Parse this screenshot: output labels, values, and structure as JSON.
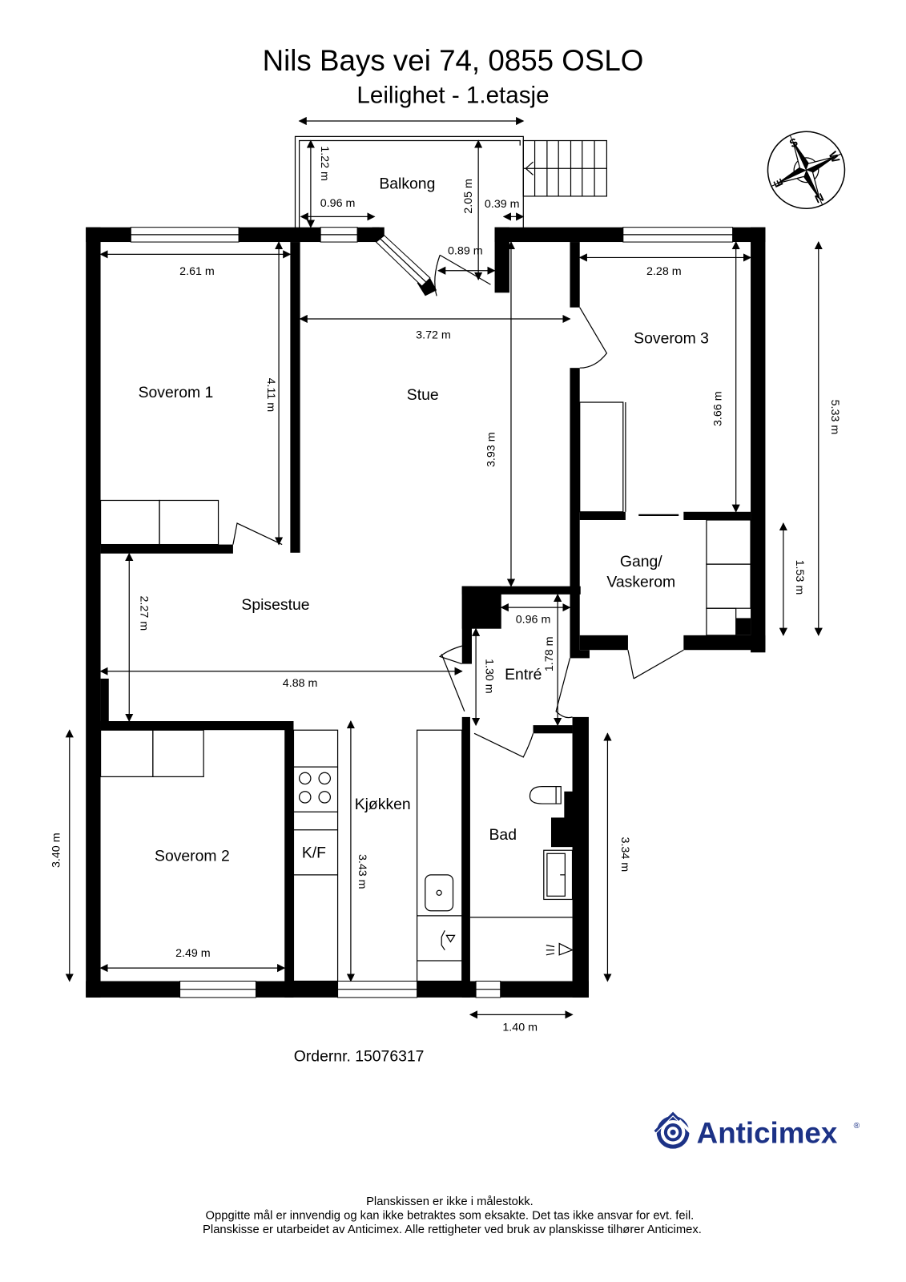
{
  "header": {
    "address": "Nils Bays vei 74, 0855 OSLO",
    "subtitle": "Leilighet  - 1.etasje"
  },
  "compass": {
    "icon": "compass-rose-icon",
    "labels": {
      "n": "N",
      "s": "S",
      "e": "E",
      "w": "W"
    }
  },
  "rooms": {
    "balkong": "Balkong",
    "soverom1": "Soverom 1",
    "stue": "Stue",
    "soverom3": "Soverom 3",
    "gang_line1": "Gang/",
    "gang_line2": "Vaskerom",
    "spisestue": "Spisestue",
    "entre": "Entré",
    "soverom2": "Soverom 2",
    "kjokken": "Kjøkken",
    "kf": "K/F",
    "bad": "Bad"
  },
  "dimensions": {
    "balkong_depth": "1.22 m",
    "balkong_left": "0.96 m",
    "balkong_height": "2.05 m",
    "balkong_right": "0.39 m",
    "door_width": "0.89 m",
    "soverom1_width": "2.61 m",
    "soverom1_length": "4.11 m",
    "stue_width": "3.72 m",
    "stue_length": "3.93 m",
    "soverom3_width": "2.28 m",
    "soverom3_length": "3.66 m",
    "total_right": "5.33 m",
    "gang_length": "1.53 m",
    "spisestue_depth": "2.27 m",
    "spisestue_width": "4.88 m",
    "entre_width": "0.96 m",
    "entre_depth1": "1.30 m",
    "entre_depth2": "1.78 m",
    "soverom2_length": "3.40 m",
    "soverom2_width": "2.49 m",
    "kjokken_length": "3.43 m",
    "bad_length": "3.34 m",
    "bad_width": "1.40 m"
  },
  "order": {
    "label": "Ordernr. 15076317"
  },
  "brand": {
    "name": "Anticimex",
    "registered": "®",
    "color": "#1c3286",
    "icon": "anticimex-logo-icon"
  },
  "footer": {
    "line1": "Planskissen er ikke i målestokk.",
    "line2": "Oppgitte mål er innvendig og kan ikke betraktes som eksakte. Det tas ikke ansvar for evt. feil.",
    "line3": "Planskisse er utarbeidet av Anticimex. Alle rettigheter ved bruk av planskisse tilhører Anticimex."
  }
}
